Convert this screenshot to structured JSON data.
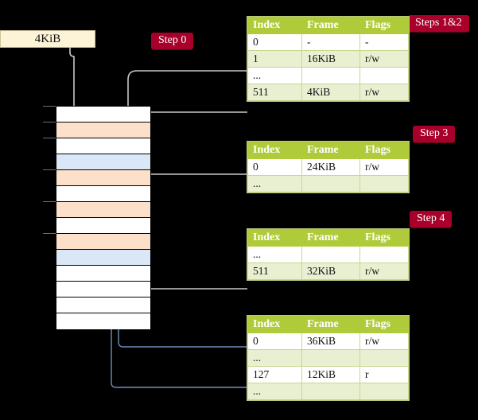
{
  "source": {
    "label": "4KiB"
  },
  "badges": {
    "step0": "Step 0",
    "steps12": "Steps 1&2",
    "step3": "Step 3",
    "step4": "Step 4"
  },
  "table_columns": [
    "Index",
    "Frame",
    "Flags"
  ],
  "tables": [
    {
      "id": "level-4-table",
      "rows": [
        {
          "index": "0",
          "frame": "-",
          "flags": "-",
          "alt": false,
          "highlight": false
        },
        {
          "index": "1",
          "frame": "16KiB",
          "flags": "r/w",
          "alt": true,
          "highlight": false
        },
        {
          "index": "...",
          "frame": "",
          "flags": "",
          "alt": false,
          "highlight": false
        },
        {
          "index": "511",
          "frame": "4KiB",
          "flags": "r/w",
          "alt": true,
          "highlight": true
        }
      ]
    },
    {
      "id": "level-3-table",
      "rows": [
        {
          "index": "0",
          "frame": "24KiB",
          "flags": "r/w",
          "alt": false,
          "highlight": false
        },
        {
          "index": "...",
          "frame": "",
          "flags": "",
          "alt": true,
          "highlight": false
        }
      ]
    },
    {
      "id": "level-2-table",
      "rows": [
        {
          "index": "...",
          "frame": "",
          "flags": "",
          "alt": false,
          "highlight": false
        },
        {
          "index": "511",
          "frame": "32KiB",
          "flags": "r/w",
          "alt": true,
          "highlight": false
        }
      ]
    },
    {
      "id": "level-1-table",
      "rows": [
        {
          "index": "0",
          "frame": "36KiB",
          "flags": "r/w",
          "alt": false,
          "highlight": false
        },
        {
          "index": "...",
          "frame": "",
          "flags": "",
          "alt": true,
          "highlight": false
        },
        {
          "index": "127",
          "frame": "12KiB",
          "flags": "r",
          "alt": false,
          "highlight": false
        },
        {
          "index": "...",
          "frame": "",
          "flags": "",
          "alt": true,
          "highlight": false
        }
      ]
    }
  ],
  "memory_column": {
    "rows": [
      {
        "fill": "white"
      },
      {
        "fill": "peach"
      },
      {
        "fill": "white"
      },
      {
        "fill": "blue"
      },
      {
        "fill": "peach"
      },
      {
        "fill": "white"
      },
      {
        "fill": "peach"
      },
      {
        "fill": "white"
      },
      {
        "fill": "peach"
      },
      {
        "fill": "blue"
      },
      {
        "fill": "white"
      },
      {
        "fill": "white"
      },
      {
        "fill": "white"
      },
      {
        "fill": "white"
      }
    ]
  },
  "colors": {
    "badge_background": "#a8002a",
    "table_header": "#b0cb3a",
    "table_alt_row": "#e9f0d2",
    "table_highlight": "#fbf7a8",
    "memory_peach": "#fde0ca",
    "memory_blue": "#d9e7f7",
    "source_box": "#fdf3d7",
    "gray_arrow": "#c8c8c8",
    "blue_arrow": "#6f8fbf"
  }
}
